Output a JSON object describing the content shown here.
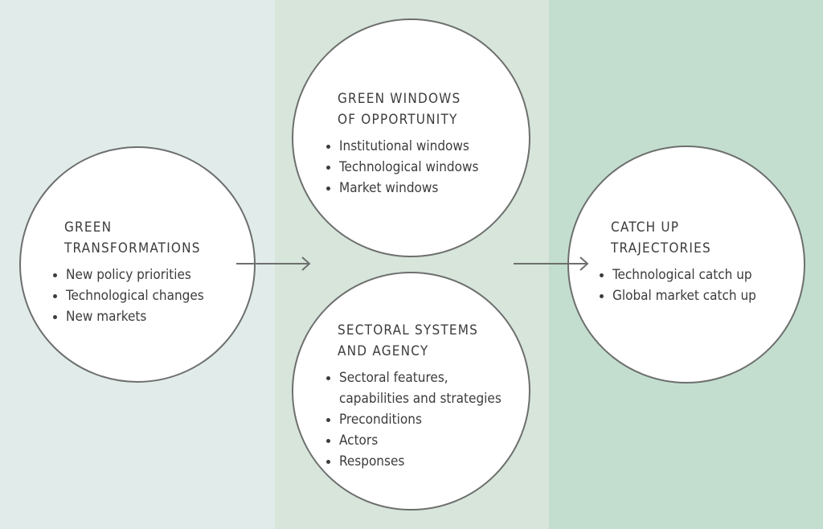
{
  "colors": {
    "panel_left": "#e1ecea",
    "panel_middle": "#d7e5da",
    "panel_right": "#c3dece",
    "circle_border": "#6d6f6e",
    "text": "#3c3c3c"
  },
  "green_transformations": {
    "title_line1": "GREEN",
    "title_line2": "TRANSFORMATIONS",
    "items": [
      "New policy priorities",
      "Technological changes",
      "New markets"
    ]
  },
  "green_windows": {
    "title_line1": "GREEN WINDOWS",
    "title_line2": "OF OPPORTUNITY",
    "items": [
      "Institutional windows",
      "Technological windows",
      "Market windows"
    ]
  },
  "sectoral_systems": {
    "title_line1": "SECTORAL SYSTEMS",
    "title_line2": "AND AGENCY",
    "items": [
      "Sectoral features,",
      "capabilities and strategies",
      "Preconditions",
      "Actors",
      "Responses"
    ]
  },
  "catch_up": {
    "title_line1": "CATCH UP",
    "title_line2": "TRAJECTORIES",
    "items": [
      "Technological catch up",
      "Global market catch up"
    ]
  }
}
